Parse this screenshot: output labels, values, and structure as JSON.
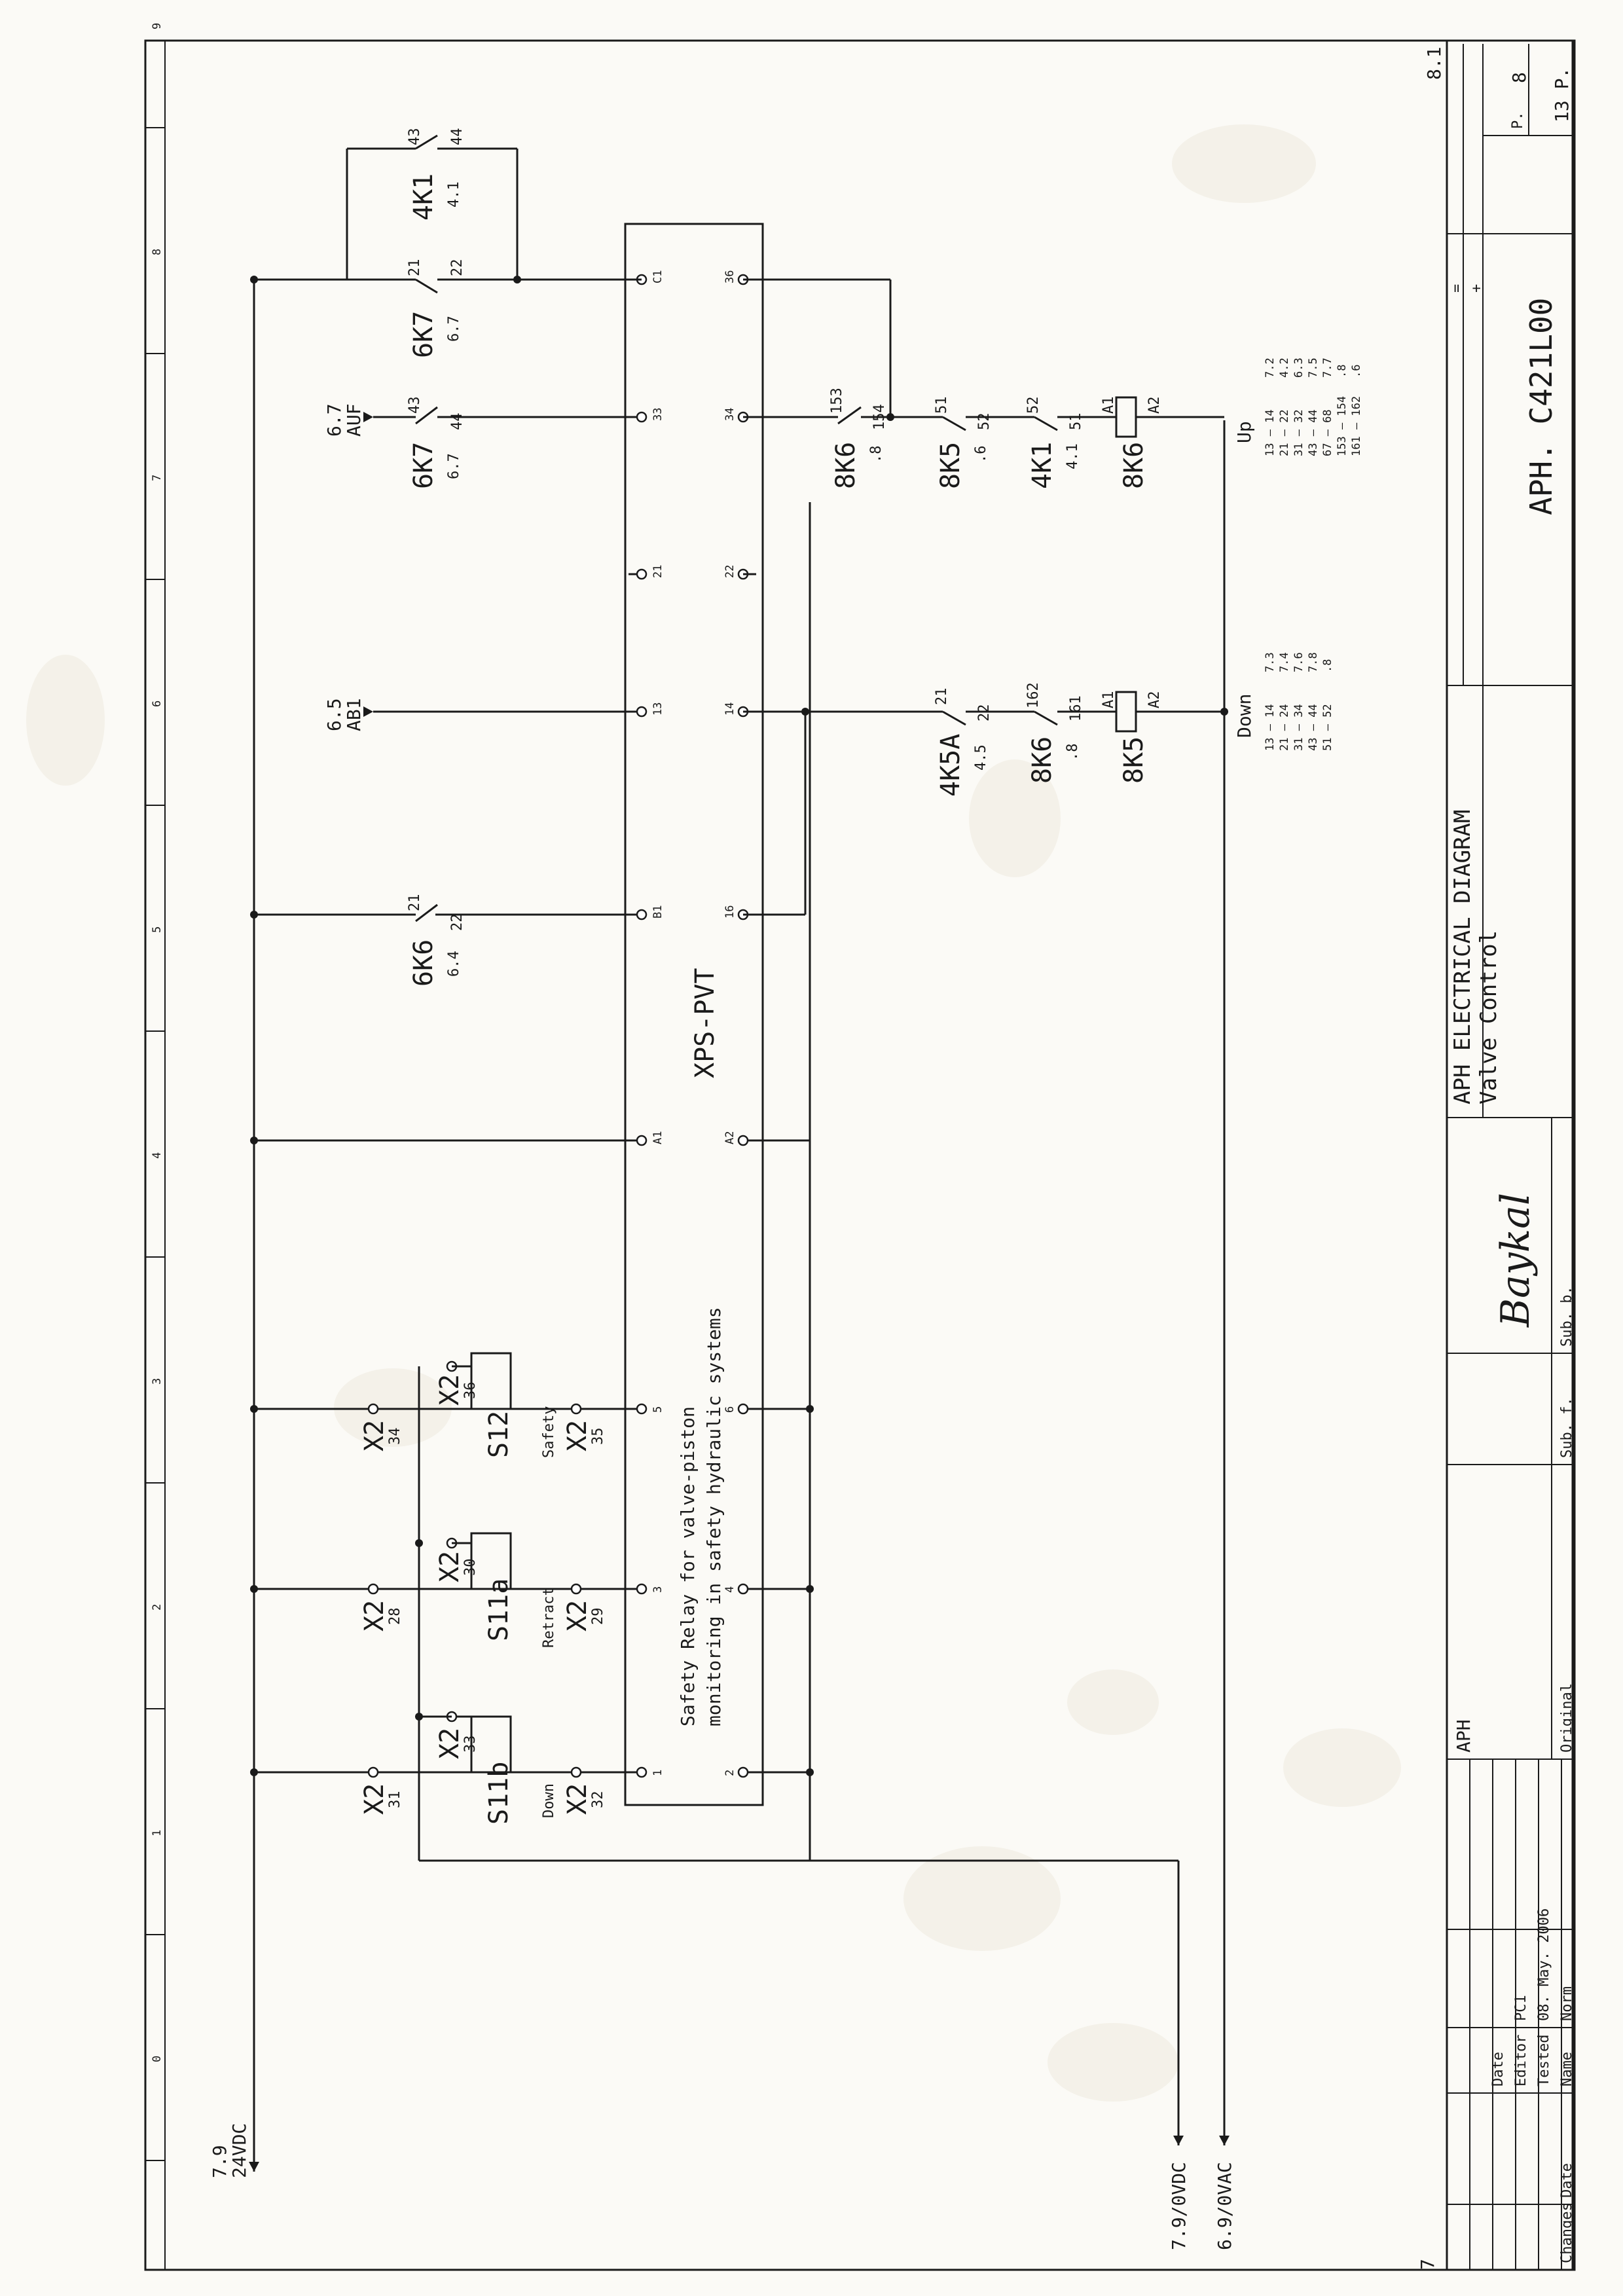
{
  "sheet": {
    "orientation": "rotated",
    "sheet_number": "8.1",
    "page": "8",
    "pages_total": "13 P.",
    "page_prefix": "P.",
    "prev_page_marker": "7",
    "column_numbers": [
      "0",
      "1",
      "2",
      "3",
      "4",
      "5",
      "6",
      "7",
      "8",
      "9"
    ]
  },
  "supply": {
    "top_ref": "7.9",
    "top_label": "24VDC",
    "bottom_refs": [
      "7.9/0VDC",
      "6.9/0VAC"
    ]
  },
  "relay": {
    "name": "XPS-PVT",
    "description_line1": "Safety Relay for valve-piston",
    "description_line2": "monitoring in safety hydraulic systems",
    "left_terminals": [
      "1",
      "3",
      "5",
      "A1",
      "B1",
      "13",
      "21",
      "33",
      "C1"
    ],
    "right_terminals": [
      "2",
      "4",
      "6",
      "A2",
      "16",
      "14",
      "22",
      "34",
      "36"
    ]
  },
  "switches": [
    {
      "name": "S11b",
      "function": "Down",
      "in_terminal": "X2",
      "in_pin": "31",
      "out_terminal": "X2",
      "out_pin": "32",
      "aux_terminal": "X2",
      "aux_pin": "33"
    },
    {
      "name": "S11a",
      "function": "Retract",
      "in_terminal": "X2",
      "in_pin": "28",
      "out_terminal": "X2",
      "out_pin": "29",
      "aux_terminal": "X2",
      "aux_pin": "30"
    },
    {
      "name": "S12",
      "function": "Safety",
      "in_terminal": "X2",
      "in_pin": "34",
      "out_terminal": "X2",
      "out_pin": "35",
      "aux_terminal": "X2",
      "aux_pin": "36"
    }
  ],
  "contacts": {
    "k6k6": {
      "name": "6K6",
      "ref": "6.4",
      "pin_a": "21",
      "pin_b": "22"
    },
    "ab1": {
      "ref": "6.5",
      "label": "AB1"
    },
    "auf": {
      "ref": "6.7",
      "label": "AUF"
    },
    "k6k7a": {
      "name": "6K7",
      "ref": "6.7",
      "pin_a": "43",
      "pin_b": "44"
    },
    "k6k7b": {
      "name": "6K7",
      "ref": "6.7",
      "pin_a": "21",
      "pin_b": "22"
    },
    "k4k1a": {
      "name": "4K1",
      "ref": "4.1",
      "pin_a": "43",
      "pin_b": "44"
    },
    "k4k5a": {
      "name": "4K5A",
      "ref": "4.5",
      "pin_a": "21",
      "pin_b": "22"
    },
    "k8k6a": {
      "name": "8K6",
      "ref": ".8",
      "pin_a": "162",
      "pin_b": "161"
    },
    "k8k6b": {
      "name": "8K6",
      "ref": ".8",
      "pin_a": "153",
      "pin_b": "154"
    },
    "k8k5a": {
      "name": "8K5",
      "ref": ".6",
      "pin_a": "51",
      "pin_b": "52"
    },
    "k4k1b": {
      "name": "4K1",
      "ref": "4.1",
      "pin_a": "52",
      "pin_b": "51"
    }
  },
  "coils": [
    {
      "name": "8K5",
      "pin_a": "A1",
      "pin_b": "A2",
      "function": "Down",
      "contact_list": [
        {
          "pins": "13 — 14",
          "ref": "7.3"
        },
        {
          "pins": "21 — 24",
          "ref": "7.4"
        },
        {
          "pins": "31 — 34",
          "ref": "7.6"
        },
        {
          "pins": "43 — 44",
          "ref": "7.8"
        },
        {
          "pins": "51 — 52",
          "ref": ".8"
        }
      ]
    },
    {
      "name": "8K6",
      "pin_a": "A1",
      "pin_b": "A2",
      "function": "Up",
      "contact_list": [
        {
          "pins": "13 — 14",
          "ref": "7.2"
        },
        {
          "pins": "21 — 22",
          "ref": "4.2"
        },
        {
          "pins": "31 — 32",
          "ref": "6.3"
        },
        {
          "pins": "43 — 44",
          "ref": "7.5"
        },
        {
          "pins": "67 — 68",
          "ref": "7.7"
        },
        {
          "pins": "153 — 154",
          "ref": ".8"
        },
        {
          "pins": "161 — 162",
          "ref": ".6"
        }
      ]
    }
  ],
  "title_block": {
    "company": "APH",
    "title_line1": "APH ELECTRICAL DIAGRAM",
    "title_line2": "Valve Control",
    "drawing_number": "APH. C421L00",
    "logo_text": "Baykal",
    "equals": "=",
    "plus": "+",
    "sub_b": "Sub. b.",
    "sub_f": "Sub. f.",
    "original": "Original",
    "date_label": "Date",
    "date_value": "08. May. 2006",
    "editor_label": "Editor",
    "editor_value": "PC1",
    "tested_label": "Tested",
    "name_label": "Name",
    "norm_label": "Norm",
    "changes_label": "Changes",
    "date_label2": "Date"
  }
}
